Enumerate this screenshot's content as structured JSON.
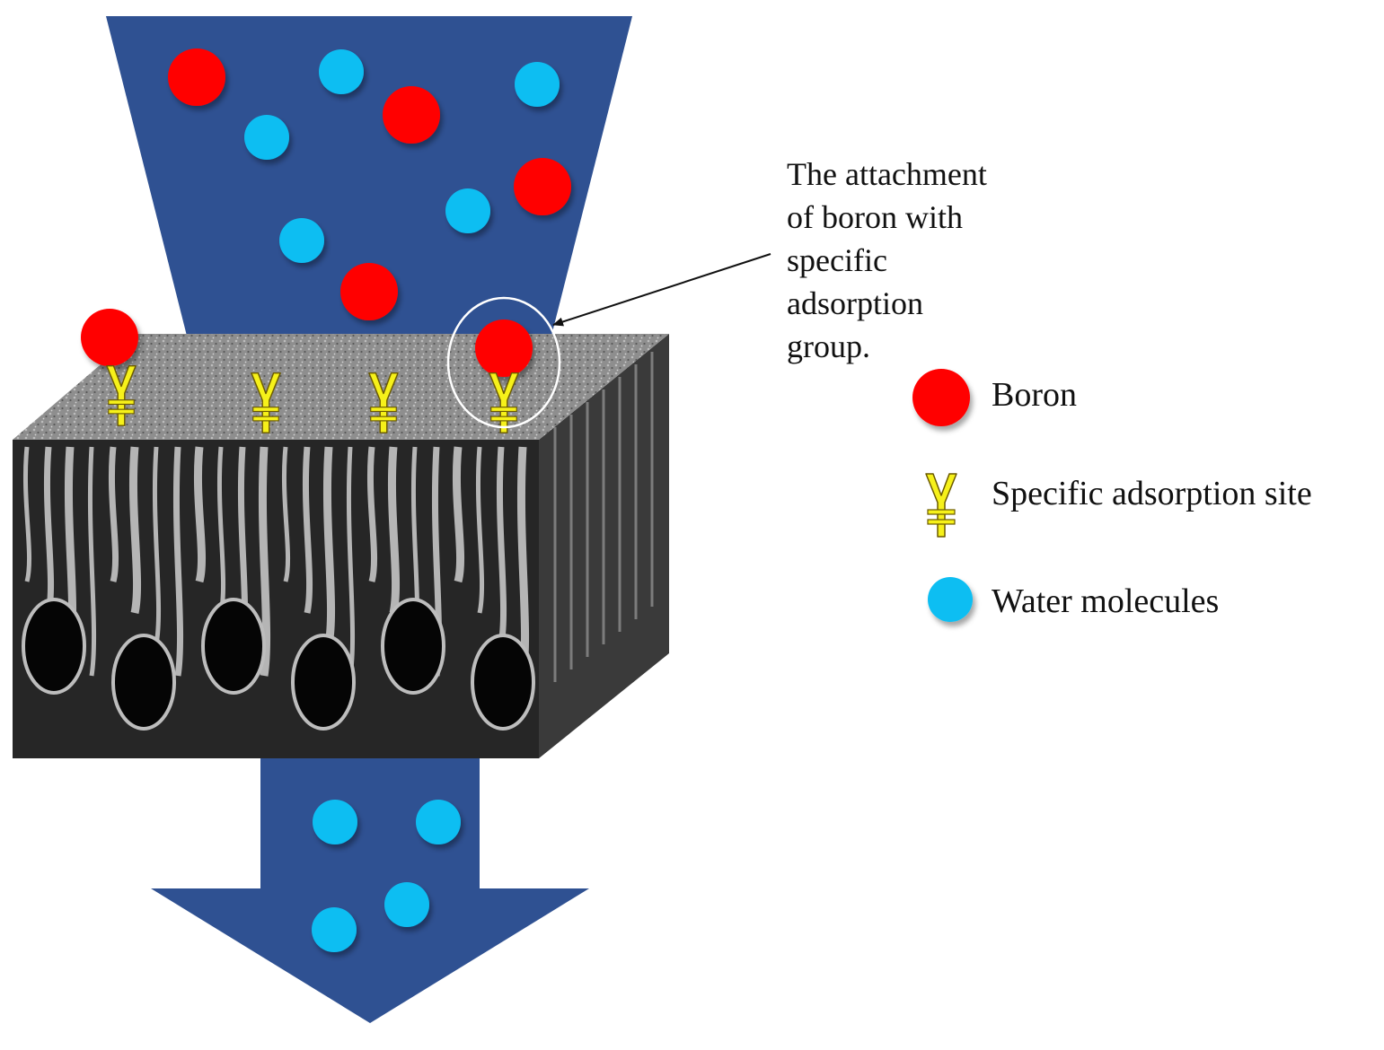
{
  "annotation": {
    "lines": [
      "The attachment",
      "of boron with",
      "specific",
      "adsorption",
      "group."
    ]
  },
  "legend": [
    {
      "key": "boron",
      "label": "Boron"
    },
    {
      "key": "site",
      "label": "Specific adsorption site"
    },
    {
      "key": "water",
      "label": "Water molecules"
    }
  ],
  "colors": {
    "flow_arrow": "#2f5192",
    "boron": "#ff0000",
    "water": "#0fbef2",
    "adsorption_site": "#f6f11a",
    "membrane_top": "#8d8d8d",
    "membrane_side": "#3a3a3a",
    "membrane_front": "#262626",
    "highlight_circle": "#ffffff"
  },
  "icons": {
    "adsorption_site": "yen-like-adsorption-site-icon",
    "boron": "red-sphere-icon",
    "water": "blue-sphere-icon"
  }
}
